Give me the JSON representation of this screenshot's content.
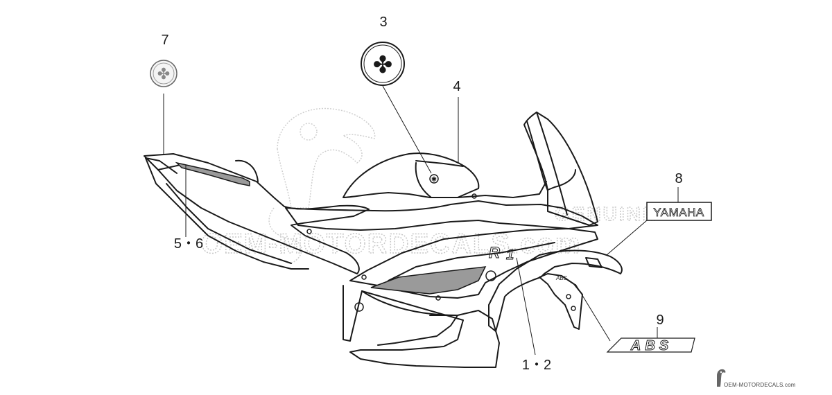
{
  "watermark": {
    "brand_top": "GENUINE",
    "brand_main": "OEM-MOTORDECALS.com"
  },
  "callouts": {
    "c12": "1・2",
    "c3": "3",
    "c4": "4",
    "c56": "5・6",
    "c7": "7",
    "c8": "8",
    "c9": "9"
  },
  "decals": {
    "yamaha": "YAMAHA",
    "abs": "ABS"
  },
  "footer": {
    "site": "OEM-MOTORDECALS.com"
  }
}
